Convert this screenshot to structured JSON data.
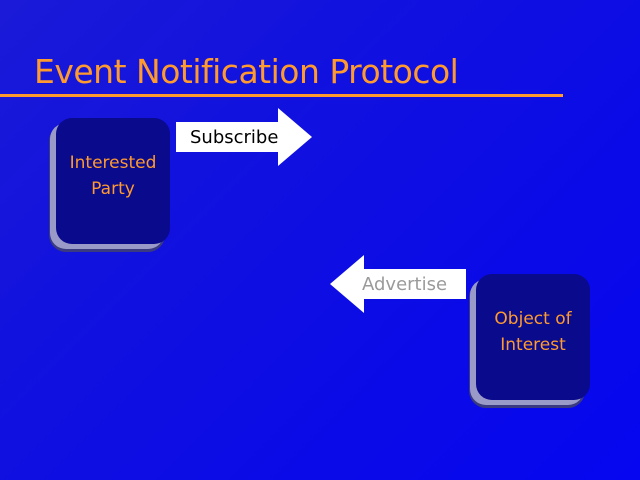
{
  "slide": {
    "title": "Event Notification Protocol"
  },
  "nodes": {
    "interested_party": {
      "label": "Interested\nParty"
    },
    "object_of_interest": {
      "label": "Object of\nInterest"
    }
  },
  "arrows": {
    "subscribe": {
      "label": "Subscribe",
      "direction": "right"
    },
    "advertise": {
      "label": "Advertise",
      "direction": "left"
    }
  },
  "colors": {
    "background": "#1010e0",
    "title": "#ff9a2e",
    "node_fill": "#0a0a8c",
    "node_text": "#ff9a2e",
    "arrow_fill": "#ffffff",
    "subscribe_text": "#000000",
    "advertise_text": "#9a9a9a"
  }
}
